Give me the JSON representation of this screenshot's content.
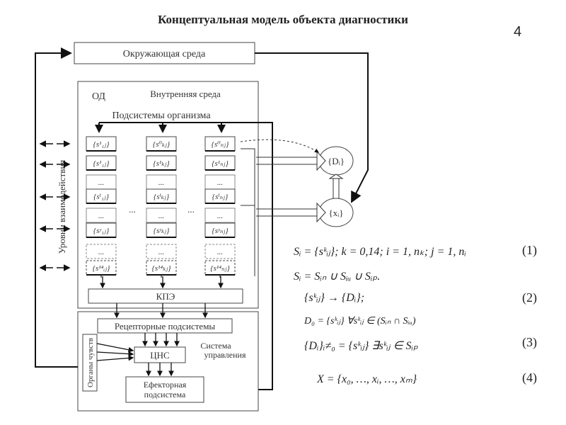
{
  "title": "Концептуальная модель объекта диагностики",
  "page_number": "4",
  "diagram": {
    "env_label": "Окружающая среда",
    "od_label": "ОД",
    "inner_env_label": "Внутренняя среда",
    "subsystems_label": "Подсистемы организма",
    "levels_label": "Уровни взаимодействия",
    "kpe_label": "КПЭ",
    "receptor_label": "Рецепторные подсистемы",
    "cns_label": "ЦНС",
    "control_label_1": "Система",
    "control_label_2": "управления",
    "senses_label": "Органы чувств",
    "effector_label_1": "Ефекторная",
    "effector_label_2": "подсистема",
    "d_node": "{Dᵢ}",
    "x_node": "{xᵢ}",
    "ellipsis": "...",
    "columns": [
      {
        "cells": [
          "{s¹₁ⱼ}",
          "{s¹₁ⱼ}",
          "...",
          "{sⁱ₁ⱼ}",
          "...",
          "{sʸ₁ⱼ}",
          "...",
          "{s¹⁴ᵢⱼ}"
        ]
      },
      {
        "cells": [
          "{s⁰ₖⱼ}",
          "{s¹ₖⱼ}",
          "...",
          "{sⁱₖⱼ}",
          "...",
          "{sʸₖⱼ}",
          "...",
          "{s¹⁴ₖⱼ}"
        ]
      },
      {
        "cells": [
          "{s⁰ₙⱼ}",
          "{s¹ₙⱼ}",
          "...",
          "{sⁱₙⱼ}",
          "...",
          "{sʸₙⱼ}",
          "...",
          "{s¹⁴ₙⱼ}"
        ]
      }
    ]
  },
  "formulas": [
    {
      "text": "Sᵢ = {sᵏᵢⱼ};   k = 0,14;  i = 1, nₖ;  j = 1, nᵢ",
      "num": "(1)"
    },
    {
      "text": "Sᵢ = Sᵢₙ ∪ Sᵢᵤ ∪ Sᵢₚ.",
      "num": ""
    },
    {
      "text": "{sᵏᵢⱼ}  → {Dᵢ};",
      "num": "(2)"
    },
    {
      "text": "D₀ = {sᵏᵢⱼ}  ∀sᵏᵢⱼ ∈ (Sᵢₙ ∩ Sᵢᵤ)",
      "num": ""
    },
    {
      "text": "{Dᵢ}ᵢ≠₀ = {sᵏᵢⱼ}  ∃sᵏᵢⱼ ∈ Sᵢₚ",
      "num": "(3)"
    },
    {
      "text": "X = {x₀, …, xᵢ, …, xₘ}",
      "num": "(4)"
    }
  ]
}
